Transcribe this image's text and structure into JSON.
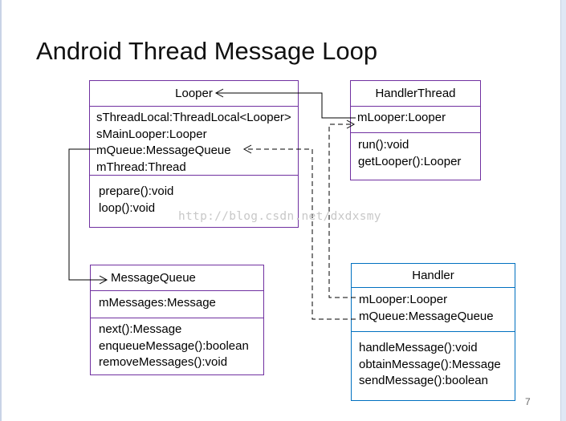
{
  "slide": {
    "title": "Android Thread Message Loop",
    "watermark": "http://blog.csdn.net/dxdxsmy",
    "page_number": "7"
  },
  "looper": {
    "name": "Looper",
    "fields": [
      "sThreadLocal:ThreadLocal<Looper>",
      "sMainLooper:Looper",
      "mQueue:MessageQueue",
      "mThread:Thread"
    ],
    "methods": [
      "prepare():void",
      "loop():void"
    ]
  },
  "handler_thread": {
    "name": "HandlerThread",
    "fields": [
      "mLooper:Looper"
    ],
    "methods": [
      "run():void",
      "getLooper():Looper"
    ]
  },
  "message_queue": {
    "name": "MessageQueue",
    "fields": [
      "mMessages:Message"
    ],
    "methods": [
      "next():Message",
      "enqueueMessage():boolean",
      "removeMessages():void"
    ]
  },
  "handler": {
    "name": "Handler",
    "fields": [
      "mLooper:Looper",
      "mQueue:MessageQueue"
    ],
    "methods": [
      "handleMessage():void",
      "obtainMessage():Message",
      "sendMessage():boolean"
    ]
  },
  "colors": {
    "purple_border": "#7030a0",
    "blue_border": "#0070c0",
    "connector": "#000000"
  }
}
